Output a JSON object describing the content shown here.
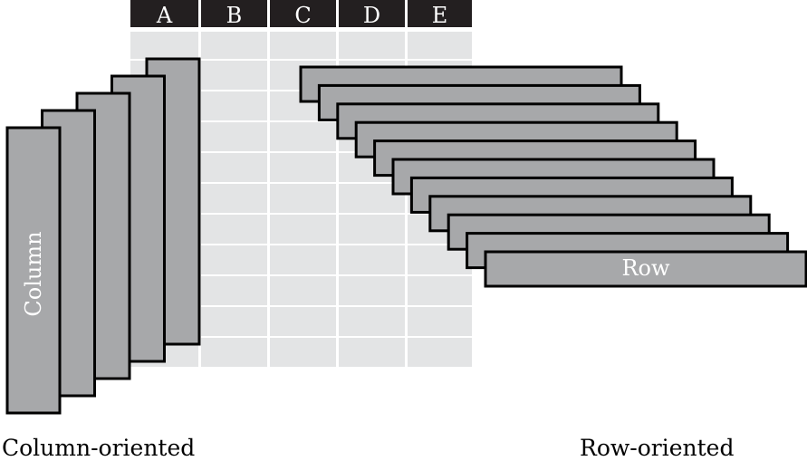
{
  "grid": {
    "columns": [
      "A",
      "B",
      "C",
      "D",
      "E"
    ],
    "row_count": 11,
    "header_color": "#231f20",
    "cell_color": "#e3e4e5"
  },
  "slabs": {
    "fill_color": "#a7a8aa",
    "column_label": "Column",
    "row_label": "Row",
    "column_slab_count": 5,
    "row_slab_count": 11
  },
  "captions": {
    "column_oriented": "Column-oriented",
    "row_oriented": "Row-oriented"
  }
}
